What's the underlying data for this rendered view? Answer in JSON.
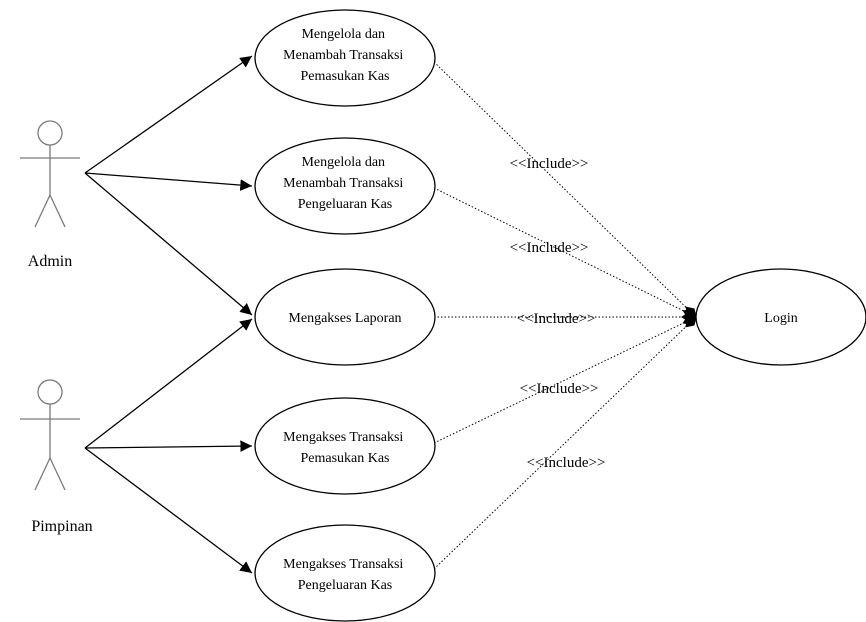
{
  "actors": [
    {
      "id": "admin",
      "label": "Admin"
    },
    {
      "id": "pimpinan",
      "label": "Pimpinan"
    }
  ],
  "use_cases": [
    {
      "id": "uc1",
      "lines": [
        "Mengelola dan",
        "Menambah Transaksi",
        "Pemasukan Kas"
      ]
    },
    {
      "id": "uc2",
      "lines": [
        "Mengelola dan",
        "Menambah Transaksi",
        "Pengeluaran Kas"
      ]
    },
    {
      "id": "uc3",
      "lines": [
        "Mengakses Laporan"
      ]
    },
    {
      "id": "uc4",
      "lines": [
        "Mengakses Transaksi",
        "Pemasukan Kas"
      ]
    },
    {
      "id": "uc5",
      "lines": [
        "Mengakses Transaksi",
        "Pengeluaran Kas"
      ]
    },
    {
      "id": "login",
      "lines": [
        "Login"
      ]
    }
  ],
  "include_labels": [
    "<<Include>>",
    "<<Include>>",
    "<<Include>>",
    "<<Include>>",
    "<<Include>>"
  ]
}
